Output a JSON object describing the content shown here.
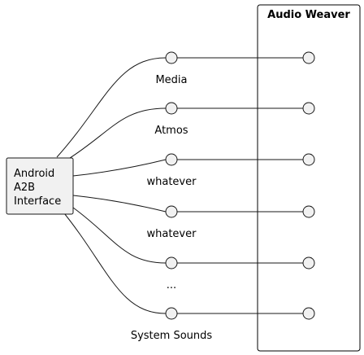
{
  "component": {
    "lines": [
      "Android",
      "A2B",
      "Interface"
    ]
  },
  "container": {
    "title": "Audio Weaver"
  },
  "interfaces": [
    {
      "label": "Media"
    },
    {
      "label": "Atmos"
    },
    {
      "label": "whatever"
    },
    {
      "label": "whatever"
    },
    {
      "label": "..."
    },
    {
      "label": "System Sounds"
    }
  ],
  "colors": {
    "node_fill": "#f1f1f1",
    "stroke": "#181818"
  }
}
